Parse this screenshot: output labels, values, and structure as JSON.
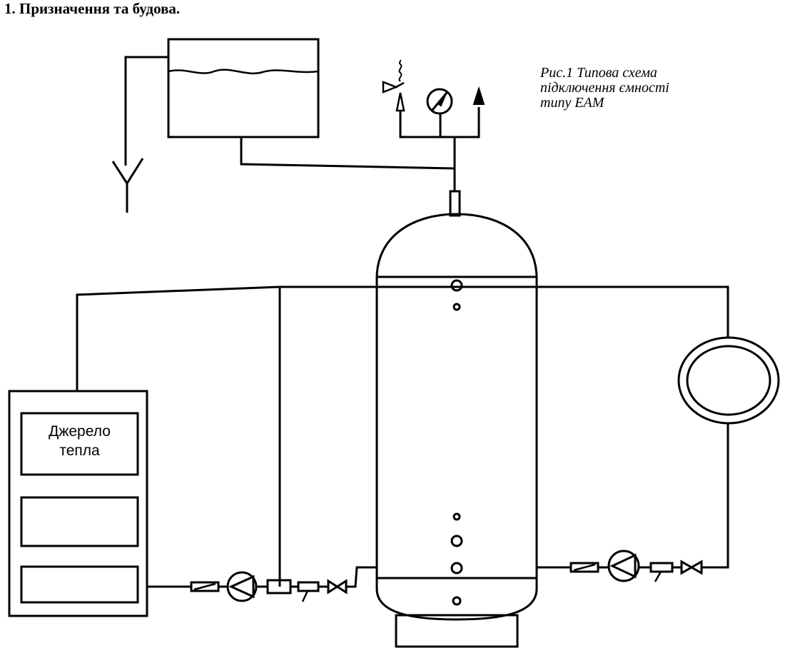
{
  "heading": "1. Призначення та будова.",
  "caption": {
    "line1": "Рис.1  Типова схема",
    "line2": "підключення ємності",
    "line3": "типу ЕАМ"
  },
  "heat_source": {
    "line1": "Джерело",
    "line2": "тепла"
  },
  "icons": [
    "expansion-tank-icon",
    "drain-funnel-icon",
    "safety-valve-icon",
    "pressure-gauge-icon",
    "air-vent-arrow-icon",
    "circulation-pump-icon",
    "check-valve-icon",
    "filter-icon",
    "shutoff-valve-icon",
    "radiator-icon",
    "boiler-icon",
    "storage-tank-icon"
  ],
  "colors": {
    "line": "#000000",
    "background": "#ffffff"
  }
}
